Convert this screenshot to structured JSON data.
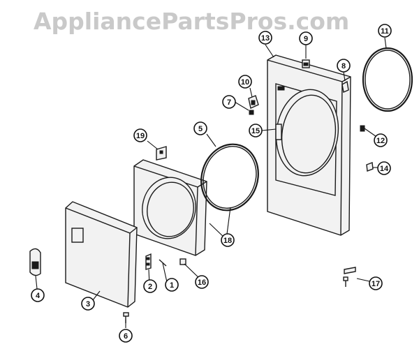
{
  "watermark": "AppliancePartsPros.com",
  "callouts": {
    "c1": "1",
    "c2": "2",
    "c3": "3",
    "c4": "4",
    "c5": "5",
    "c6": "6",
    "c7": "7",
    "c8": "8",
    "c9": "9",
    "c10": "10",
    "c11": "11",
    "c12": "12",
    "c13": "13",
    "c14": "14",
    "c15": "15",
    "c16": "16",
    "c17": "17",
    "c18": "18",
    "c19": "19"
  }
}
